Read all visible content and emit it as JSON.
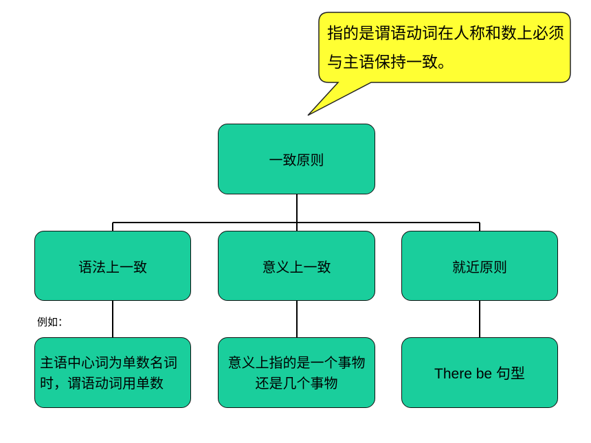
{
  "diagram": {
    "callout": {
      "text": "指的是谓语动词在人称和数上必须与主语保持一致。",
      "fill": "#FFFF33"
    },
    "root": {
      "label": "一致原则"
    },
    "branches": [
      {
        "label": "语法上一致"
      },
      {
        "label": "意义上一致"
      },
      {
        "label": "就近原则"
      }
    ],
    "example_label": "例如：",
    "leaves": [
      {
        "label": "主语中心词为单数名词时，谓语动词用单数"
      },
      {
        "label": "意义上指的是一个事物还是几个事物"
      },
      {
        "label": "There be 句型"
      }
    ],
    "colors": {
      "node_fill": "#1ACE9C",
      "callout_fill": "#FFFF33",
      "line": "#000000"
    }
  }
}
